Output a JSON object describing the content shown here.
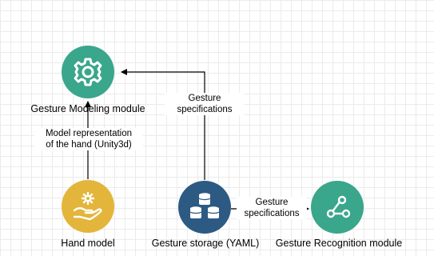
{
  "nodes": {
    "modeling": {
      "label": "Gesture Modeling module",
      "color": "#3aa68c",
      "icon": "gear-icon"
    },
    "hand": {
      "label": "Hand model",
      "color": "#e3b53b",
      "icon": "hand-gear-icon"
    },
    "storage": {
      "label": "Gesture storage (YAML)",
      "color": "#2c5a82",
      "icon": "database-icon"
    },
    "recognition": {
      "label": "Gesture Recognition module",
      "color": "#3aa68c",
      "icon": "network-icon"
    }
  },
  "edges": {
    "storage_to_modeling": {
      "line1": "Gesture",
      "line2": "specifications"
    },
    "hand_to_modeling": {
      "line1": "Model representation",
      "line2": "of the hand (Unity3d)"
    },
    "storage_to_recognition": {
      "line1": "Gesture",
      "line2": "specifications"
    }
  }
}
